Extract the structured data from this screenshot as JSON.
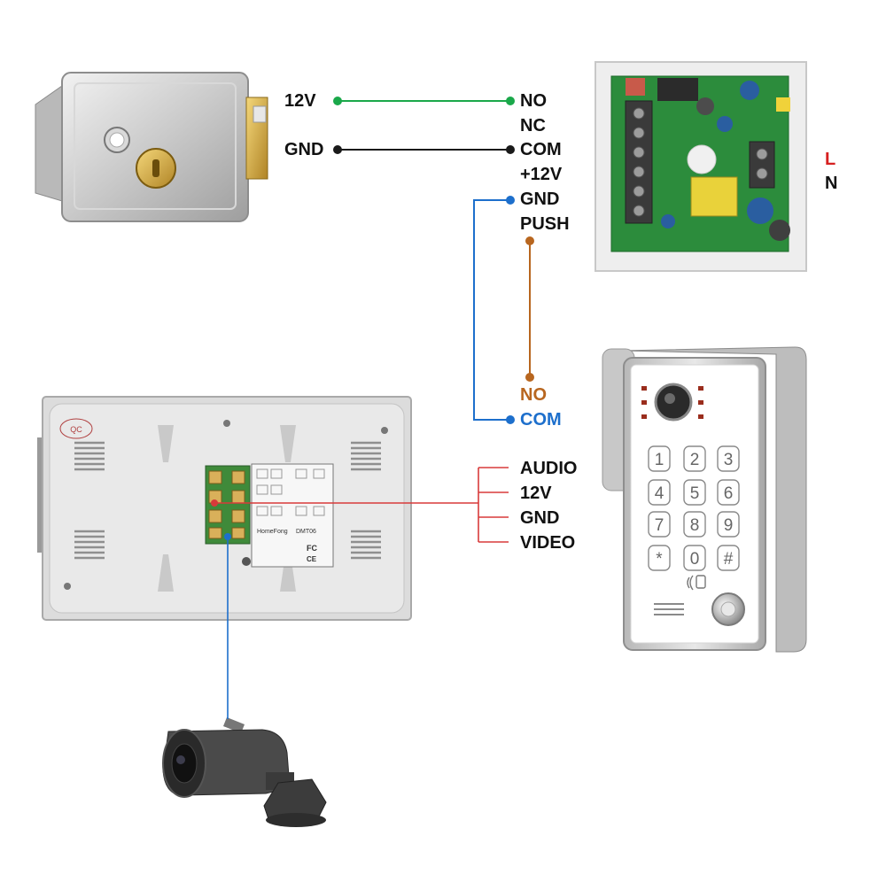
{
  "colors": {
    "green_wire": "#1aa84a",
    "black_wire": "#1a1a1a",
    "blue_wire": "#1d6fcc",
    "brown_wire": "#b8661f",
    "red_wire": "#d83a3a",
    "live_red": "#d62020"
  },
  "lock": {
    "wires": {
      "power": "12V",
      "ground": "GND"
    }
  },
  "power_supply": {
    "terminals": [
      "NO",
      "NC",
      "COM",
      "+12V",
      "GND",
      "PUSH"
    ],
    "mains": {
      "live": "L",
      "neutral": "N"
    }
  },
  "exit_button": {
    "terminals": [
      "NO",
      "COM"
    ]
  },
  "outdoor_panel": {
    "wires": [
      "AUDIO",
      "12V",
      "GND",
      "VIDEO"
    ],
    "keypad": [
      "1",
      "2",
      "3",
      "4",
      "5",
      "6",
      "7",
      "8",
      "9",
      "*",
      "0",
      "#"
    ]
  },
  "monitor": {
    "model": "DMT06",
    "brand": "HomeFong",
    "badge": "QC",
    "fc_mark": "FC",
    "ce_mark": "CE"
  },
  "icons": [
    "lock-icon",
    "pcb-icon",
    "monitor-icon",
    "doorbell-icon",
    "camera-icon"
  ]
}
